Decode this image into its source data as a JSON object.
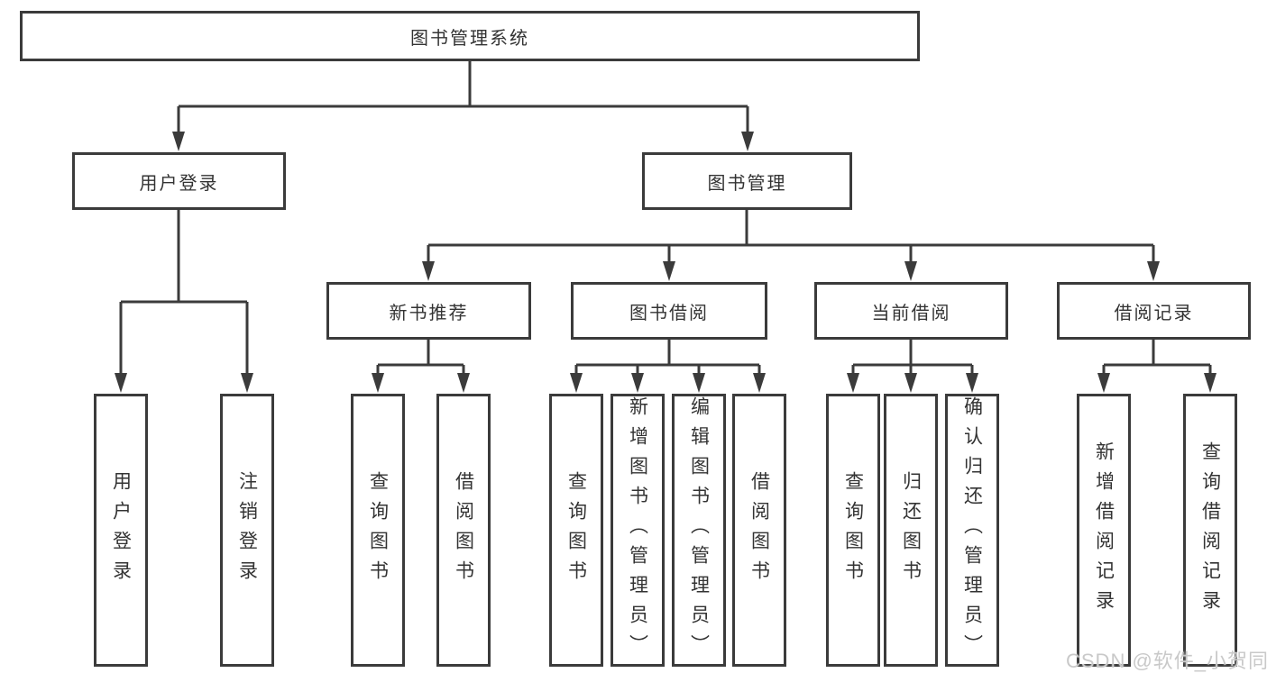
{
  "diagram": {
    "root": {
      "label": "图书管理系统"
    },
    "branches": [
      {
        "label": "用户登录",
        "children": [
          {
            "label": "用户登录"
          },
          {
            "label": "注销登录"
          }
        ]
      },
      {
        "label": "图书管理",
        "children": [
          {
            "label": "新书推荐",
            "children": [
              {
                "label": "查询图书"
              },
              {
                "label": "借阅图书"
              }
            ]
          },
          {
            "label": "图书借阅",
            "children": [
              {
                "label": "查询图书"
              },
              {
                "label": "新增图书（管理员）"
              },
              {
                "label": "编辑图书（管理员）"
              },
              {
                "label": "借阅图书"
              }
            ]
          },
          {
            "label": "当前借阅",
            "children": [
              {
                "label": "查询图书"
              },
              {
                "label": "归还图书"
              },
              {
                "label": "确认归还（管理员）"
              }
            ]
          },
          {
            "label": "借阅记录",
            "children": [
              {
                "label": "新增借阅记录"
              },
              {
                "label": "查询借阅记录"
              }
            ]
          }
        ]
      }
    ]
  },
  "watermark": {
    "text": "CSDN @软件_小贺同学"
  },
  "colors": {
    "line": "#3b3b3b",
    "text": "#333333",
    "background": "#ffffff",
    "watermark": "#c9c9c9"
  }
}
